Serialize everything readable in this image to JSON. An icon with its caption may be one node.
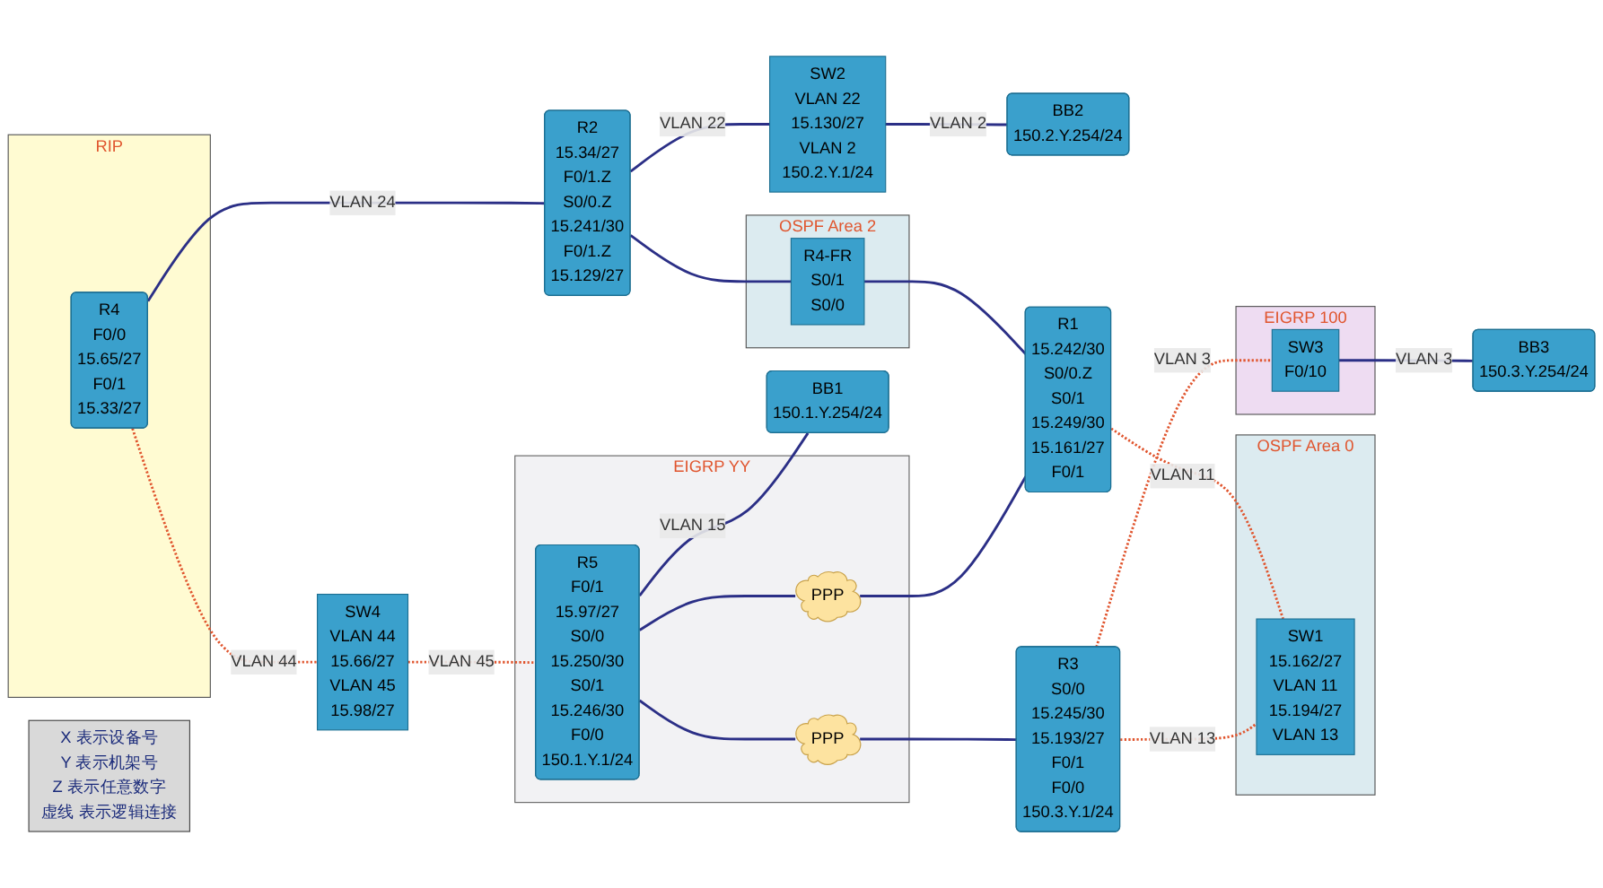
{
  "diagram": {
    "nodes": [
      {
        "text": [
          "RIP"
        ]
      },
      {
        "text": [
          "EIGRP YY"
        ]
      },
      {
        "text": [
          "OSPF Area 2"
        ]
      },
      {
        "text": [
          "OSPF Area 0"
        ]
      },
      {
        "text": [
          "EIGRP 100"
        ]
      },
      {
        "text": [
          "X 表示设备号",
          "Y 表示机架号",
          "Z 表示任意数字",
          "虚线 表示逻辑连接"
        ]
      },
      {
        "text": [
          "R4",
          "F0/0",
          "15.65/27",
          "F0/1",
          "15.33/27"
        ],
        "in": 0
      },
      {
        "text": [
          "SW4",
          "VLAN 44",
          "15.66/27",
          "VLAN 45",
          "15.98/27"
        ]
      },
      {
        "text": [
          "R5",
          "F0/1",
          "15.97/27",
          "S0/0",
          "15.250/30",
          "S0/1",
          "15.246/30",
          "F0/0",
          "150.1.Y.1/24"
        ],
        "in": 1
      },
      {
        "text": [
          "BB1",
          "150.1.Y.254/24"
        ]
      },
      {
        "text": [
          "R2",
          "15.34/27",
          "F0/1.Z",
          "S0/0.Z",
          "15.241/30",
          "F0/1.Z",
          "15.129/27"
        ]
      },
      {
        "text": [
          "R4-FR",
          "S0/1",
          "S0/0"
        ],
        "in": 2
      },
      {
        "text": [
          "SW2",
          "VLAN 22",
          "15.130/27",
          "VLAN 2",
          "150.2.Y.1/24"
        ]
      },
      {
        "text": [
          "BB2",
          "150.2.Y.254/24"
        ]
      },
      {
        "text": [
          "R1",
          "15.242/30",
          "S0/0.Z",
          "S0/1",
          "15.249/30",
          "15.161/27",
          "F0/1"
        ]
      },
      {
        "text": [
          "PPP"
        ],
        "in": 1
      },
      {
        "text": [
          "PPP"
        ],
        "in": 1
      },
      {
        "text": [
          "R3",
          "S0/0",
          "15.245/30",
          "15.193/27",
          "F0/1",
          "F0/0",
          "150.3.Y.1/24"
        ]
      },
      {
        "text": [
          "SW1",
          "15.162/27",
          "VLAN 11",
          "15.194/27",
          "VLAN 13"
        ],
        "in": 3
      },
      {
        "text": [
          "SW3",
          "F0/10"
        ],
        "in": 4
      },
      {
        "text": [
          "BB3",
          "150.3.Y.254/24"
        ]
      }
    ],
    "edges": [
      {
        "from": 6,
        "to": 7,
        "arrow": "none",
        "label": "VLAN 44",
        "style": "dashed",
        "color": "#e0552e"
      },
      {
        "from": 7,
        "to": 8,
        "arrow": "none",
        "label": "VLAN 45",
        "style": "dashed",
        "color": "#e0552e"
      },
      {
        "from": 6,
        "to": 10,
        "arrow": "none",
        "label": "VLAN 24"
      },
      {
        "from": 8,
        "to": 9,
        "arrow": "none",
        "label": "VLAN 15"
      },
      {
        "from": 10,
        "to": 11,
        "arrow": "none"
      },
      {
        "from": 11,
        "to": 14,
        "arrow": "none"
      },
      {
        "from": 10,
        "to": 12,
        "arrow": "none",
        "label": "VLAN 22"
      },
      {
        "from": 12,
        "to": 13,
        "arrow": "none",
        "label": "VLAN 2"
      },
      {
        "from": 8,
        "to": 15,
        "arrow": "none"
      },
      {
        "from": 15,
        "to": 14,
        "arrow": "none"
      },
      {
        "from": 8,
        "to": 16,
        "arrow": "none"
      },
      {
        "from": 16,
        "to": 17,
        "arrow": "none"
      },
      {
        "from": 14,
        "to": 18,
        "arrow": "none",
        "label": "VLAN 11",
        "style": "dashed",
        "color": "#e0552e"
      },
      {
        "from": 17,
        "to": 18,
        "arrow": "none",
        "label": "VLAN 13",
        "style": "dashed",
        "color": "#e0552e"
      },
      {
        "from": 17,
        "to": 19,
        "arrow": "none",
        "label": "VLAN 3",
        "style": "dashed",
        "color": "#e0552e"
      },
      {
        "from": 19,
        "to": 20,
        "arrow": "none",
        "label": "VLAN 3"
      }
    ]
  }
}
